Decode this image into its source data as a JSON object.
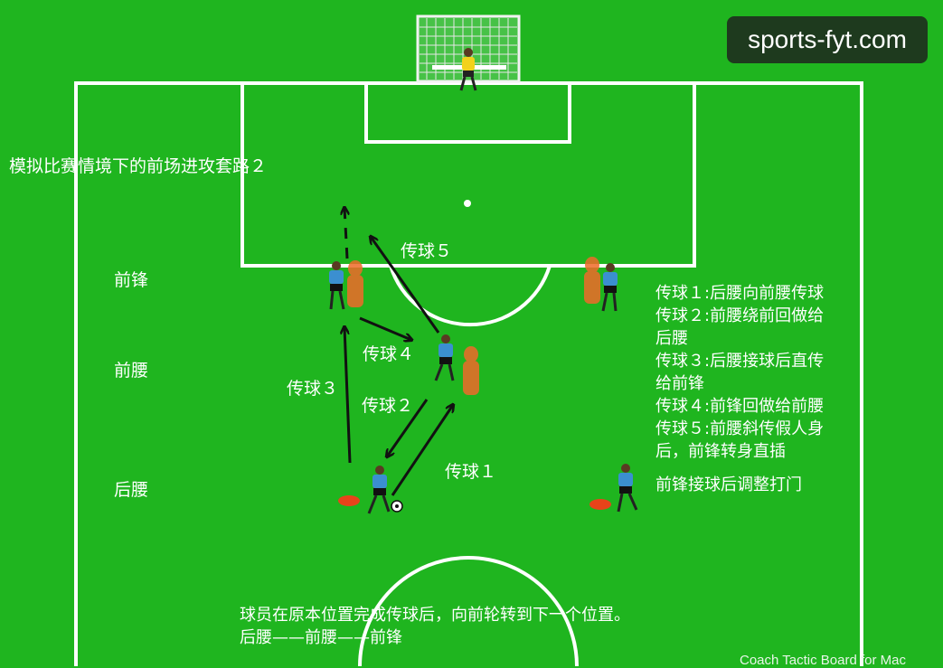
{
  "watermark": "sports-fyt.com",
  "title": "模拟比赛情境下的前场进攻套路２",
  "roles": {
    "forward": "前锋",
    "attacking_mid": "前腰",
    "defensive_mid": "后腰"
  },
  "pass_labels": {
    "p1": "传球１",
    "p2": "传球２",
    "p3": "传球３",
    "p4": "传球４",
    "p5": "传球５"
  },
  "legend": [
    "传球１:后腰向前腰传球",
    "传球２:前腰绕前回做给",
    "后腰",
    "传球３:后腰接球后直传",
    "给前锋",
    "传球４:前锋回做给前腰",
    "传球５:前腰斜传假人身",
    "后，前锋转身直插",
    "",
    "前锋接球后调整打门"
  ],
  "footer": {
    "line1": "球员在原本位置完成传球后，向前轮转到下一个位置。",
    "line2": "后腰——前腰——前锋"
  },
  "credit": "Coach Tactic Board for Mac",
  "colors": {
    "pitch": "#1fb51f",
    "lines": "#ffffff",
    "player_shirt": "#3b8fd0",
    "keeper_shirt": "#f2d21b",
    "mannequin": "#f06a2a",
    "cone": "#e8431a",
    "arrow": "#111111"
  }
}
